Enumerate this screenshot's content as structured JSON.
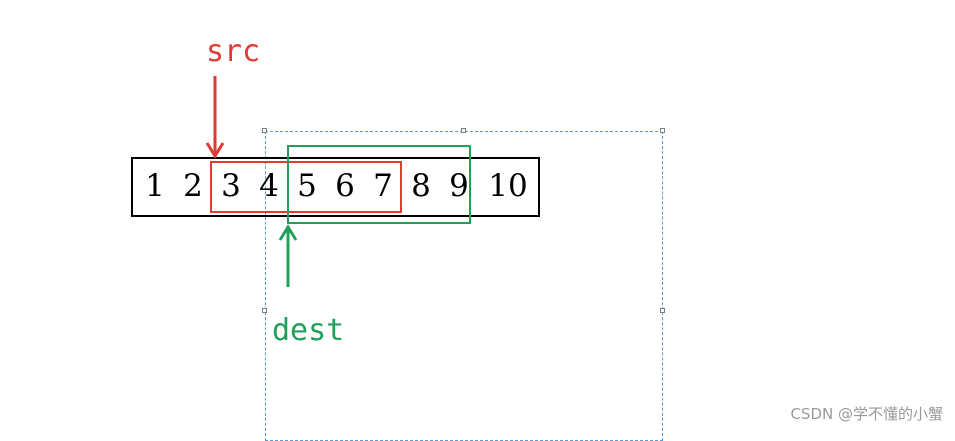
{
  "labels": {
    "src": "src",
    "dest": "dest"
  },
  "array": [
    "1",
    "2",
    "3",
    "4",
    "5",
    "6",
    "7",
    "8",
    "9",
    "10"
  ],
  "highlights": {
    "src": {
      "from": "3",
      "to": "7",
      "color": "#e03a33"
    },
    "dest": {
      "from": "5",
      "to": "9",
      "color": "#22a05a"
    }
  },
  "watermark": "CSDN @学不懂的小蟹"
}
